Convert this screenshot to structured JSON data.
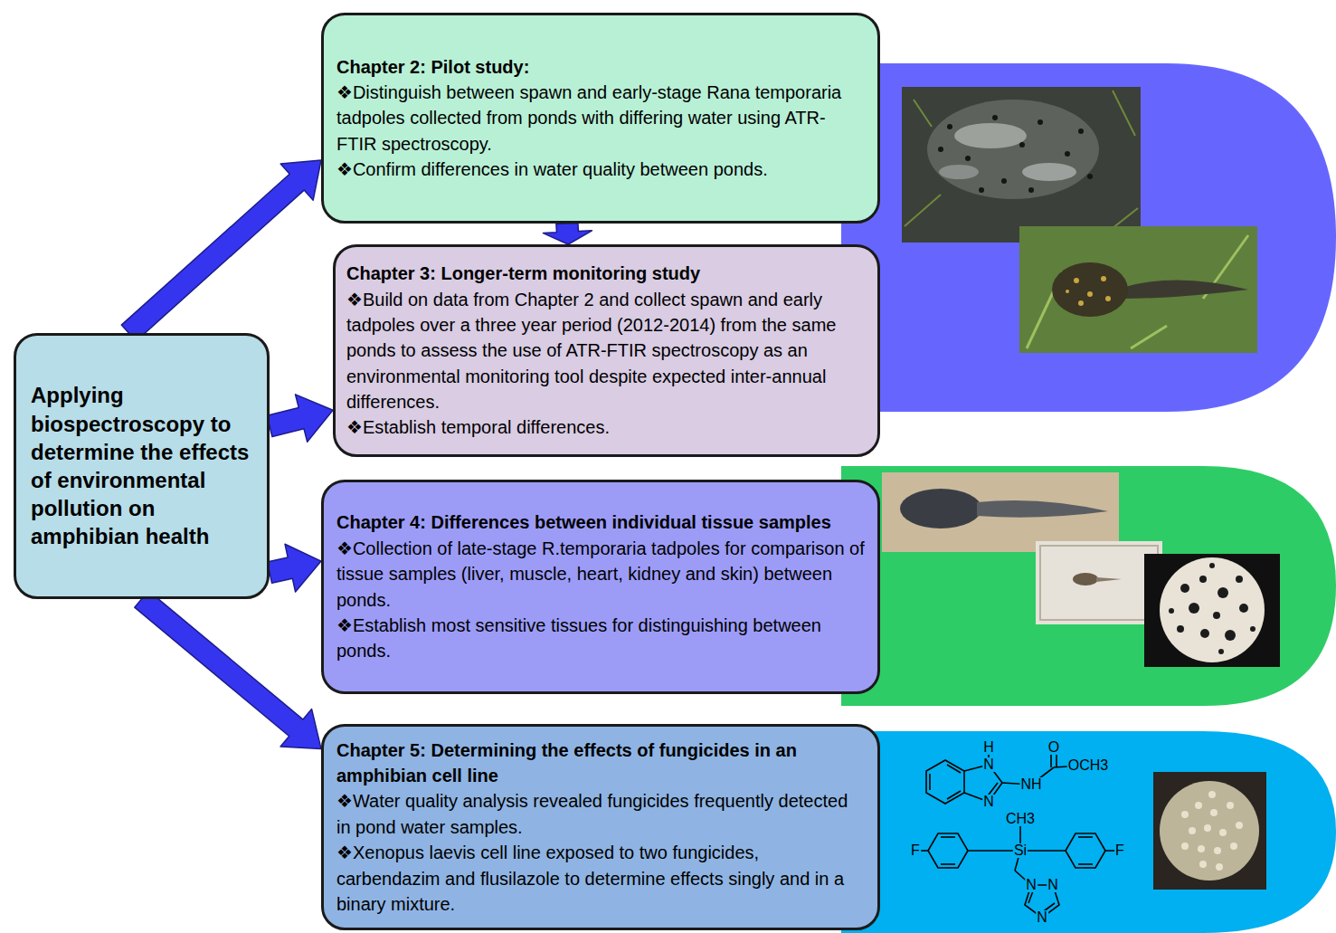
{
  "diagram": {
    "nodes": [
      {
        "text": [
          "Applying biospectroscopy to determine the effects of environmental pollution on amphibian health"
        ]
      },
      {
        "text": [
          "Chapter 2: Pilot study:",
          "❖Distinguish between spawn and early-stage Rana temporaria tadpoles collected from ponds with differing water using ATR-FTIR spectroscopy.",
          "❖Confirm differences in water quality between ponds."
        ]
      },
      {
        "text": [
          "Chapter 3: Longer-term monitoring study",
          "❖Build on data from Chapter 2 and collect spawn and early tadpoles over a three year period (2012-2014) from the same ponds to assess the use of ATR-FTIR spectroscopy as an environmental monitoring tool despite expected inter-annual differences.",
          "❖Establish temporal differences."
        ]
      },
      {
        "text": [
          "Chapter 4: Differences between individual tissue samples",
          "❖Collection of late-stage R.temporaria tadpoles for comparison of tissue samples (liver, muscle, heart, kidney and skin) between ponds.",
          "❖Establish most sensitive tissues for distinguishing between ponds."
        ]
      },
      {
        "text": [
          "Chapter 5: Determining the effects of fungicides in an amphibian cell line",
          "❖Water quality analysis revealed fungicides frequently detected in pond water samples.",
          "❖Xenopus laevis cell line exposed to two fungicides, carbendazim and flusilazole to determine effects singly and in a binary mixture."
        ]
      }
    ],
    "edges": [
      {
        "from": 0,
        "to": 1,
        "arrow": "to"
      },
      {
        "from": 0,
        "to": 2,
        "arrow": "to"
      },
      {
        "from": 0,
        "to": 3,
        "arrow": "to"
      },
      {
        "from": 0,
        "to": 4,
        "arrow": "to"
      },
      {
        "from": 1,
        "to": 2,
        "arrow": "to"
      }
    ],
    "labels": [
      "H",
      "N",
      "O",
      "OCH3",
      "NH",
      "N",
      "CH3",
      "Si",
      "F",
      "F",
      "N",
      "N",
      "N"
    ]
  }
}
